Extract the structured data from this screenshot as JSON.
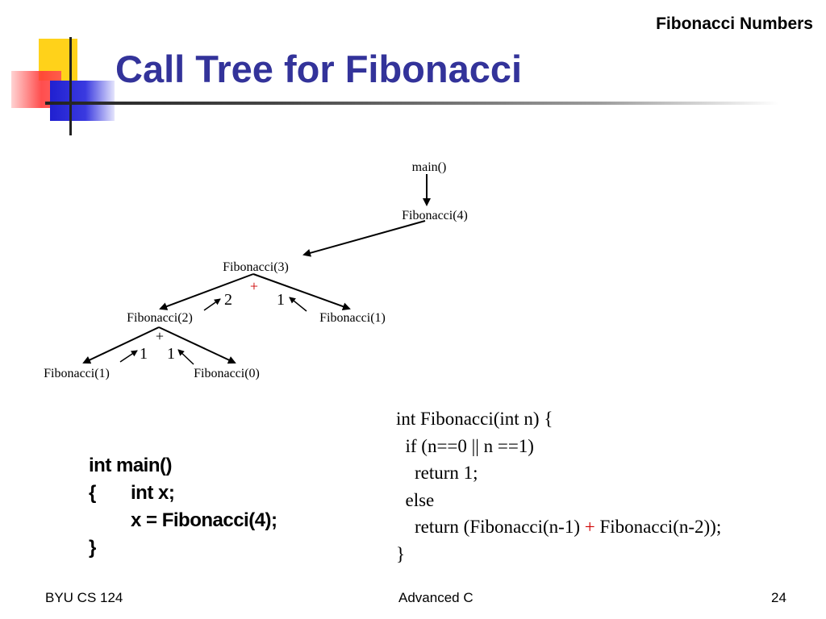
{
  "slide": {
    "header_right": "Fibonacci Numbers",
    "title": "Call Tree for Fibonacci"
  },
  "tree": {
    "root": "main()",
    "fib4": "Fibonacci(4)",
    "fib3": "Fibonacci(3)",
    "fib2": "Fibonacci(2)",
    "fib1_right": "Fibonacci(1)",
    "fib1_left": "Fibonacci(1)",
    "fib0": "Fibonacci(0)",
    "plus_top": "+",
    "plus_mid": "+",
    "val_fib2": "2",
    "val_fib1_right": "1",
    "val_fib1_left": "1",
    "val_fib0": "1"
  },
  "code_right": {
    "line1": "int Fibonacci(int n) {",
    "line2": "  if (n==0 || n ==1)",
    "line3": "    return 1;",
    "line4": "  else",
    "line5_a": "    return (Fibonacci(n-1) ",
    "line5_plus": "+",
    "line5_b": " Fibonacci(n-2));",
    "line6": "}"
  },
  "code_left": {
    "line1": "int main()",
    "line2_brace": "{",
    "line2_code": "int x;",
    "line3_code": "x = Fibonacci(4);",
    "line4": "}"
  },
  "footer": {
    "left": "BYU CS 124",
    "center": "Advanced C",
    "page": "24"
  }
}
